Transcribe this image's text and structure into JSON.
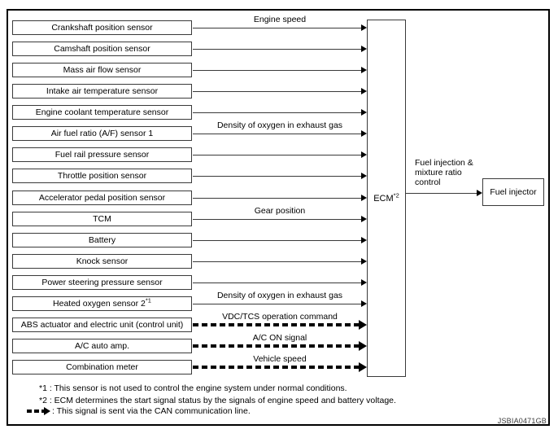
{
  "figure": {
    "id": "JSBIA0471GB",
    "ecm": {
      "label": "ECM",
      "sup": "*2"
    },
    "output_signal": "Fuel injection &\nmixture ratio\ncontrol",
    "fuel_injector_label": "Fuel injector",
    "sensors": [
      {
        "label": "Crankshaft position sensor",
        "signal": "Engine speed",
        "can": false
      },
      {
        "label": "Camshaft position sensor",
        "can": false
      },
      {
        "label": "Mass air flow sensor",
        "can": false
      },
      {
        "label": "Intake air temperature sensor",
        "can": false
      },
      {
        "label": "Engine coolant temperature sensor",
        "can": false
      },
      {
        "label": "Air fuel ratio (A/F) sensor 1",
        "signal": "Density of oxygen in exhaust gas",
        "can": false
      },
      {
        "label": "Fuel rail pressure sensor",
        "can": false
      },
      {
        "label": "Throttle position sensor",
        "can": false
      },
      {
        "label": "Accelerator pedal position sensor",
        "can": false
      },
      {
        "label": "TCM",
        "signal": "Gear position",
        "can": false
      },
      {
        "label": "Battery",
        "can": false
      },
      {
        "label": "Knock sensor",
        "can": false
      },
      {
        "label": "Power steering pressure sensor",
        "can": false
      },
      {
        "label": "Heated oxygen sensor 2",
        "sup": "*1",
        "signal": "Density of oxygen in exhaust gas",
        "can": false
      },
      {
        "label": "ABS actuator and electric unit (control unit)",
        "signal": "VDC/TCS operation command",
        "can": true
      },
      {
        "label": "A/C auto amp.",
        "signal": "A/C ON signal",
        "can": true
      },
      {
        "label": "Combination meter",
        "signal": "Vehicle speed",
        "can": true
      }
    ],
    "footnotes": [
      "*1 : This sensor is not used to control the engine system under normal conditions.",
      "*2 : ECM determines the start signal status by the signals of engine speed and battery voltage.",
      ": This signal is sent via the CAN communication line."
    ]
  }
}
